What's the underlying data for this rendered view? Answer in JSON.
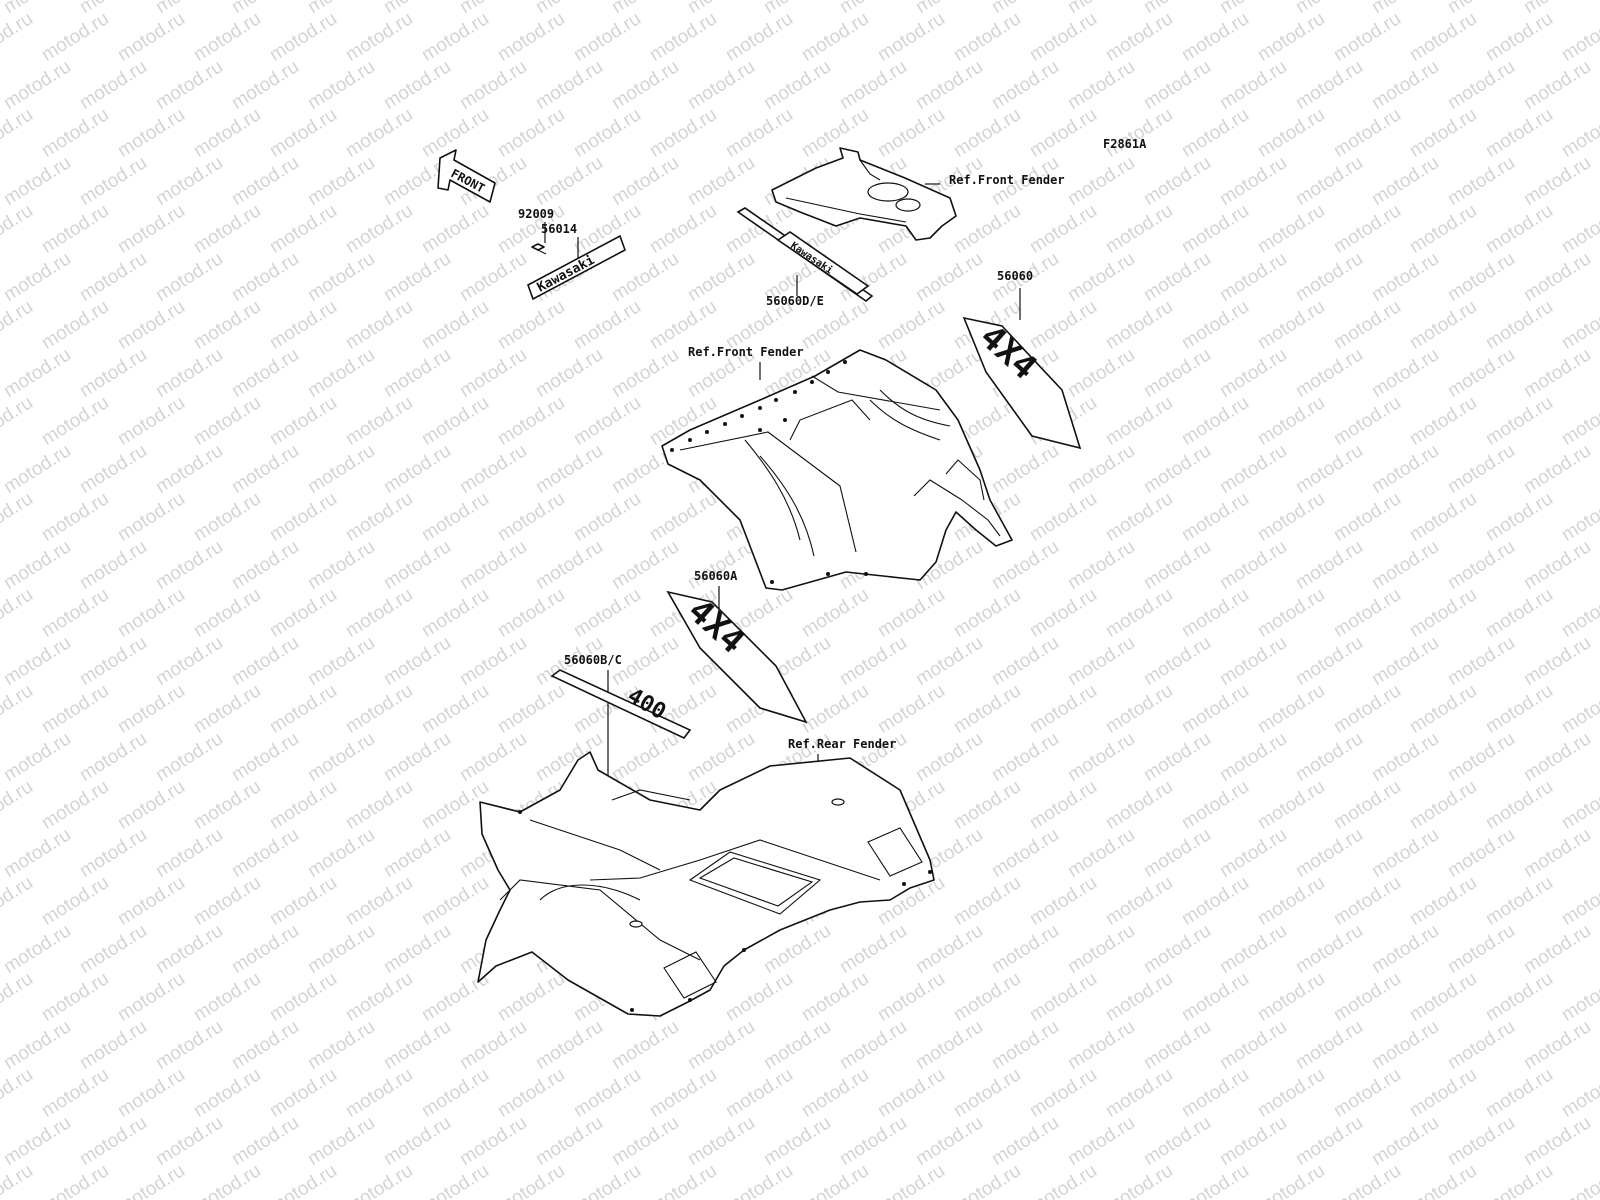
{
  "watermark_text": "motod.ru",
  "figure_code": "F2861A",
  "front_arrow_label": "FRONT",
  "callouts": {
    "p92009": "92009",
    "p56014": "56014",
    "p56060de": "56060D/E",
    "p56060": "56060",
    "p56060a": "56060A",
    "p56060bc": "56060B/C",
    "ref_front_fender_top": "Ref.Front Fender",
    "ref_front_fender_mid": "Ref.Front Fender",
    "ref_rear_fender": "Ref.Rear Fender"
  },
  "decal_text": {
    "emblem": "Kawasaki",
    "stripe": "Kawasaki",
    "badge_4x4": "4X4",
    "badge_model": "400"
  },
  "colors": {
    "line": "#111111",
    "watermark": "#d4d4d4",
    "background": "#ffffff"
  }
}
